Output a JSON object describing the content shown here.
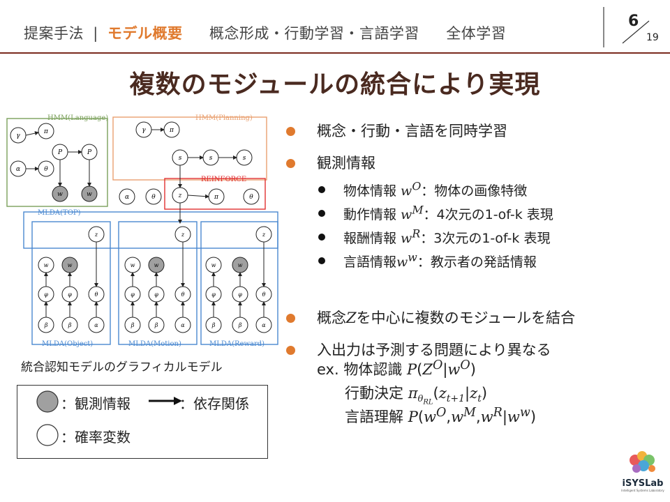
{
  "nav": {
    "items": [
      "提案手法",
      "モデル概要",
      "概念形成・行動学習・言語学習",
      "全体学習"
    ],
    "separator": "|",
    "active_index": 1,
    "page_current": "6",
    "page_total": "19"
  },
  "title": "複数のモジュールの統合により実現",
  "diagram": {
    "caption": "統合認知モデルのグラフィカルモデル",
    "panels": {
      "hmm_language": "HMM(Language)",
      "hmm_planning": "HMM(Planning)",
      "reinforce": "REINFORCE",
      "mlda_top": "MLDA(TOP)",
      "mlda_object": "MLDA(Object)",
      "mlda_motion": "MLDA(Motion)",
      "mlda_reward": "MLDA(Reward)"
    }
  },
  "legend": {
    "observed": "：観測情報",
    "dependency": "：依存関係",
    "latent": "：確率変数"
  },
  "bullets": [
    {
      "text": "概念・行動・言語を同時学習"
    },
    {
      "text": "観測情報",
      "sub": [
        {
          "pre": "物体情報 ",
          "math": "w",
          "sup": "O",
          "post": "：物体の画像特徴"
        },
        {
          "pre": "動作情報 ",
          "math": "w",
          "sup": "M",
          "post": "：4次元の1-of-k 表現"
        },
        {
          "pre": "報酬情報 ",
          "math": "w",
          "sup": "R",
          "post": "：3次元の1-of-k 表現"
        },
        {
          "pre": "言語情報",
          "math": "w",
          "sup": "w",
          "post": "：教示者の発話情報"
        }
      ]
    },
    {
      "pre": "概念",
      "math": "Z",
      "post": "を中心に複数のモジュールを結合"
    },
    {
      "text": "入出力は予測する問題により異なる"
    }
  ],
  "examples": {
    "prefix": "ex. ",
    "object_label": "物体認識 ",
    "action_label": "行動決定 ",
    "language_label": "言語理解 "
  },
  "logo": {
    "text": "iSYSLab",
    "subtext": "Intelligent Systems Laboratory"
  },
  "colors": {
    "accent": "#e07a2e",
    "title": "#4a2a20",
    "rule": "#7a2a1e",
    "panel_green": "#7aa05a",
    "panel_orange": "#e9a070",
    "panel_red": "#e03030",
    "panel_blue": "#4a88d0",
    "observed_fill": "#a0a0a0"
  }
}
